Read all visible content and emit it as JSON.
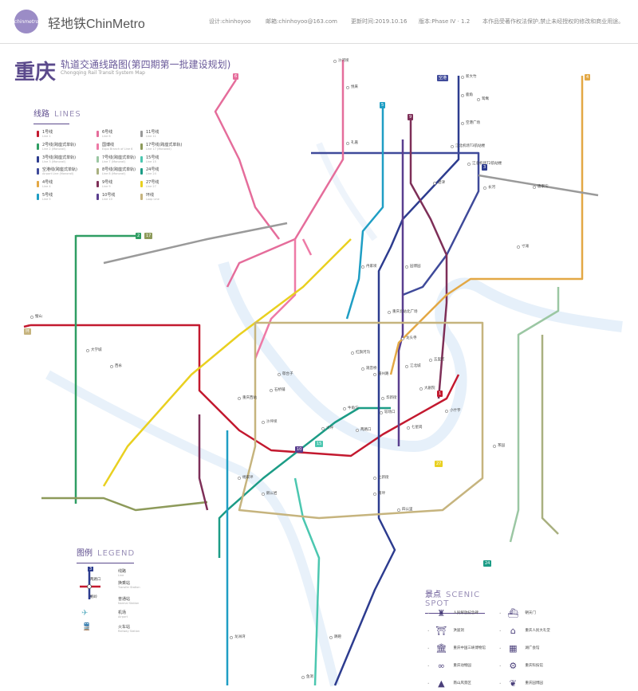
{
  "header": {
    "logo_text": "chinmetro",
    "brand": "轻地铁ChinMetro",
    "designer": "设计:chinhoyoo",
    "email": "邮箱:chinhoyoo@163.com",
    "updated": "更新时间:2019.10.16",
    "version": "版本:Phase IV · 1.2",
    "copyright": "本作品受著作权法保护,禁止未经授权的修改和商业用途。"
  },
  "title": {
    "city": "重庆",
    "main": "轨道交通线路图(第四期第一批建设规划)",
    "sub": "Chongqing Rail Transit System Map"
  },
  "lines_panel": {
    "title": "线路",
    "title_en": "LINES",
    "items": [
      {
        "name": "1号线",
        "en": "Line 1",
        "color": "#c3192f"
      },
      {
        "name": "6号线",
        "en": "Line 6",
        "color": "#e56d9b"
      },
      {
        "name": "11号线",
        "en": "Line 11",
        "color": "#9a9a9a"
      },
      {
        "name": "2号线(跨座式单轨)",
        "en": "Line 2 (Monorail)",
        "color": "#2f9e63"
      },
      {
        "name": "国博线",
        "en": "Expo Branch of Line 6",
        "color": "#ee7aa6"
      },
      {
        "name": "17号线(跨座式单轨)",
        "en": "Line 17 (Monorail)",
        "color": "#8d9a5a"
      },
      {
        "name": "3号线(跨座式单轨)",
        "en": "Line 3 (Monorail)",
        "color": "#2d3c8f"
      },
      {
        "name": "7号线(跨座式单轨)",
        "en": "Line 7 (Monorail)",
        "color": "#9bc7a3"
      },
      {
        "name": "15号线",
        "en": "Line 15",
        "color": "#4cc7b0"
      },
      {
        "name": "空港线(跨座式单轨)",
        "en": "Airport Line (Monorail)",
        "color": "#3f4a9a"
      },
      {
        "name": "8号线(跨座式单轨)",
        "en": "Line 8 (Monorail)",
        "color": "#a9b080"
      },
      {
        "name": "24号线",
        "en": "Line 24",
        "color": "#1c9c86"
      },
      {
        "name": "4号线",
        "en": "Line 4",
        "color": "#e3a845"
      },
      {
        "name": "9号线",
        "en": "Line 9",
        "color": "#7e2f58"
      },
      {
        "name": "27号线",
        "en": "Line 27",
        "color": "#e9d020"
      },
      {
        "name": "5号线",
        "en": "Line 5",
        "color": "#1f9ec4"
      },
      {
        "name": "10号线",
        "en": "Line 10",
        "color": "#5a3f8f"
      },
      {
        "name": "环线",
        "en": "Loop Line",
        "color": "#c6b47e"
      }
    ]
  },
  "legend": {
    "title": "图例",
    "title_en": "LEGEND",
    "items": [
      {
        "label": "线路",
        "en": "Line"
      },
      {
        "label": "换乘站",
        "en": "Transfer Station"
      },
      {
        "label": "普通站",
        "en": "Normal Station"
      },
      {
        "label": "机场",
        "en": "Airport",
        "icon": "airplane-icon"
      },
      {
        "label": "火车站",
        "en": "Railway Station",
        "icon": "train-icon"
      }
    ],
    "sample_transfer": "两路口",
    "sample_normal": "鹅岭"
  },
  "scenic": {
    "title": "景点",
    "title_en": "SCENIC SPOT",
    "items": [
      {
        "name": "人民解放纪念碑",
        "icon": "monument-icon"
      },
      {
        "name": "朝天门",
        "icon": "ship-icon"
      },
      {
        "name": "洪崖洞",
        "icon": "pavilion-icon"
      },
      {
        "name": "重庆人民大礼堂",
        "icon": "hall-icon"
      },
      {
        "name": "重庆中国三峡博物馆",
        "icon": "museum-icon"
      },
      {
        "name": "湖广会馆",
        "icon": "building-icon"
      },
      {
        "name": "重庆动物园",
        "icon": "binoculars-icon"
      },
      {
        "name": "重庆科技馆",
        "icon": "gear-icon"
      },
      {
        "name": "南山风景区",
        "icon": "mountain-icon"
      },
      {
        "name": "重庆园博园",
        "icon": "leaf-icon"
      }
    ]
  },
  "map": {
    "badges": [
      "空港",
      "3",
      "5",
      "9",
      "4",
      "6",
      "1",
      "2",
      "17",
      "27",
      "24",
      "10",
      "15",
      "环"
    ],
    "stations": [
      "沙河坝",
      "悦来",
      "礼嘉",
      "鹿角",
      "新大竹",
      "空港广场",
      "碧津",
      "江北机场T3航站楼",
      "江北机场T2航站楼",
      "长河",
      "重庆北站北广场",
      "红旗河沟",
      "观音桥",
      "五里店",
      "大剧院",
      "小什字",
      "较场口",
      "七星岗",
      "两路口",
      "牛角沱",
      "大坪",
      "沙坪坝",
      "杨家坪",
      "鹅公岩",
      "璧山",
      "大学城",
      "上新街",
      "南坪",
      "四公里",
      "鱼洞",
      "茶园",
      "寸滩",
      "唐家沱",
      "鸳鸯",
      "园博园",
      "冉家坝",
      "龙头寺",
      "华新街",
      "江北城",
      "跳磴",
      "龙洲湾",
      "西永",
      "歇台子",
      "石桥铺",
      "嘉州路",
      "重庆西站"
    ]
  }
}
